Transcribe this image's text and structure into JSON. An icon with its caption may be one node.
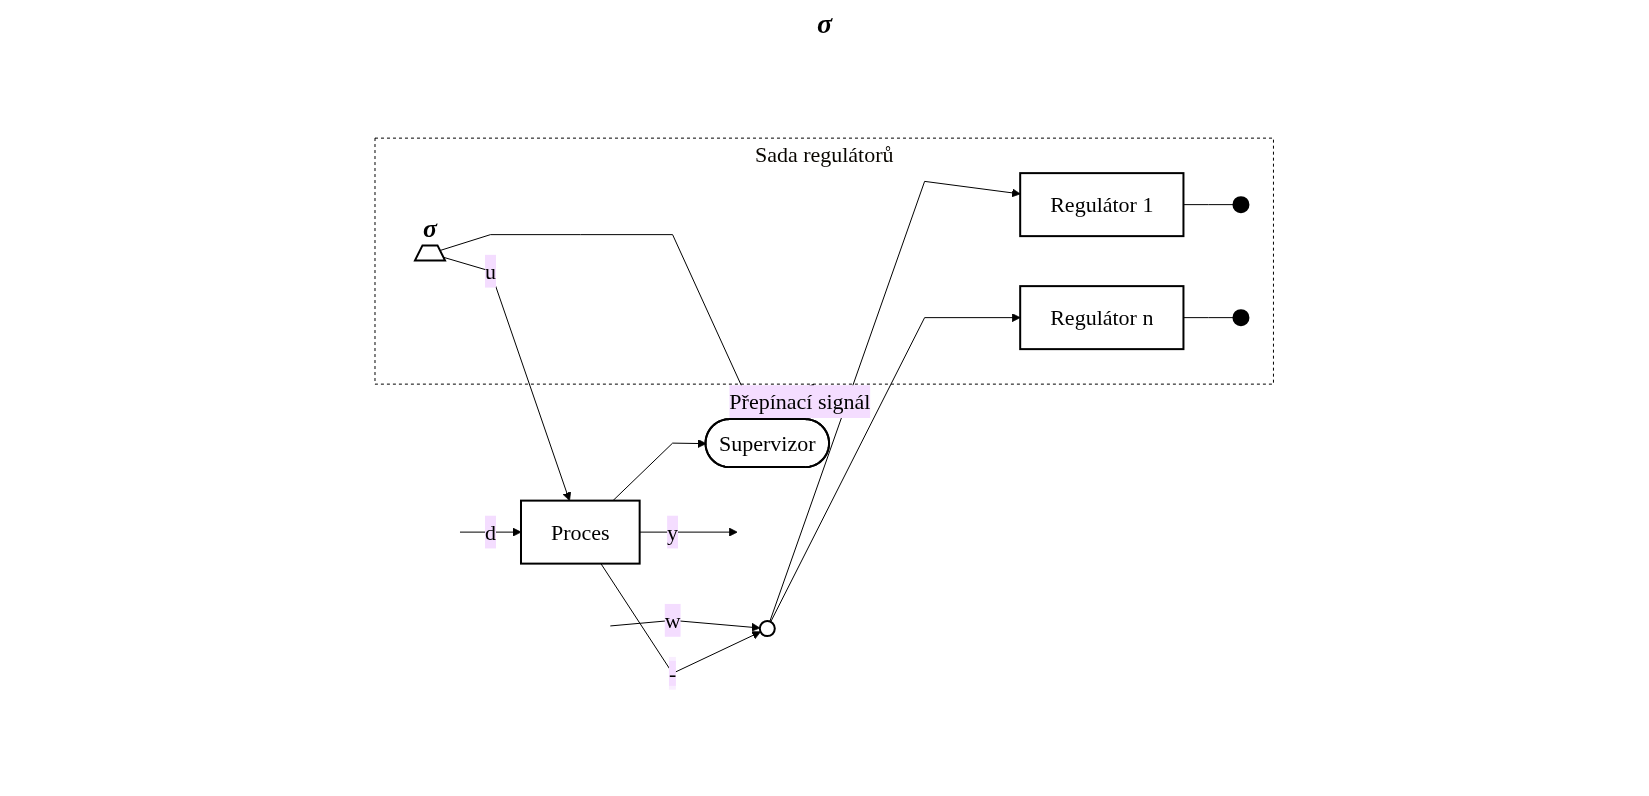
{
  "diagram": {
    "nodes": [
      {
        "text": [
          "Supervizor"
        ]
      },
      {
        "text": [
          "Sada regulátorů"
        ]
      },
      {
        "text": [
          "Regulátor 1"
        ],
        "in": 1
      },
      {
        "text": [
          "Regulátor n"
        ],
        "in": 1
      },
      {
        "text": [],
        "shape": "circle",
        "in": 1
      },
      {
        "text": [],
        "shape": "circle",
        "in": 1
      },
      {
        "text": [],
        "shape": "switch",
        "in": 1,
        "beside": [
          "σ"
        ]
      },
      {
        "text": [],
        "shape": "circle"
      },
      {
        "text": [
          "Proces"
        ]
      }
    ],
    "edges": [
      {
        "from": null,
        "to": 7,
        "arrow": "to",
        "label": "w"
      },
      {
        "from": 7,
        "to": 2,
        "arrow": "to"
      },
      {
        "from": 7,
        "to": 3,
        "arrow": "to"
      },
      {
        "from": 2,
        "to": 4,
        "arrow": "none"
      },
      {
        "from": 3,
        "to": 5,
        "arrow": "none"
      },
      {
        "from": 6,
        "to": 8,
        "arrow": "to",
        "label": "u"
      },
      {
        "from": 6,
        "to": 0,
        "arrow": "to"
      },
      {
        "from": null,
        "to": 8,
        "arrow": "to",
        "label": "d"
      },
      {
        "from": 8,
        "to": null,
        "arrow": "to",
        "label": "y"
      },
      {
        "from": 8,
        "to": 0,
        "arrow": "to"
      },
      {
        "from": 8,
        "to": 7,
        "arrow": "to",
        "label": "-"
      },
      {
        "from": 0,
        "to": 1,
        "arrow": "to",
        "label": "Přepínací signál"
      }
    ],
    "labels": [
      "σ"
    ]
  }
}
